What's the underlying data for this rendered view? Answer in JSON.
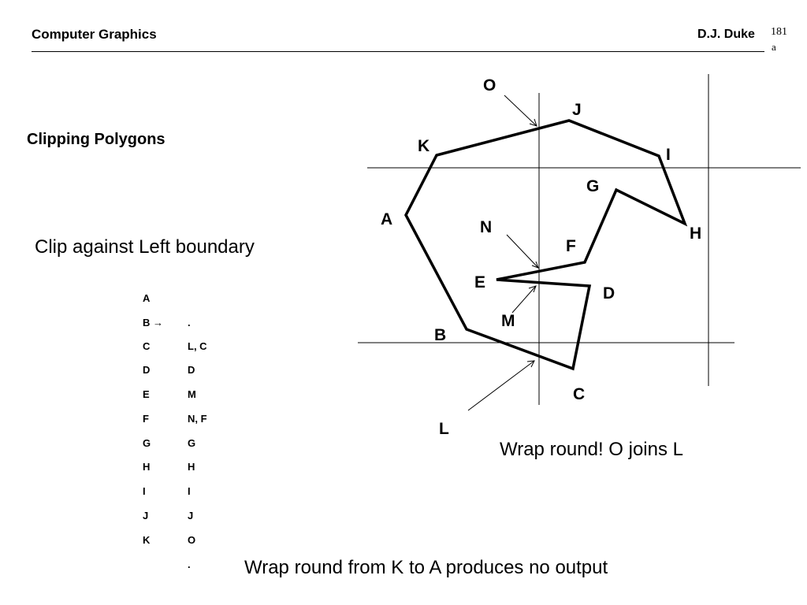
{
  "header": {
    "course": "Computer Graphics",
    "author": "D.J. Duke",
    "page_number": "181",
    "page_suffix": "a"
  },
  "slide": {
    "title": "Clipping Polygons",
    "subtitle": "Clip against Left boundary"
  },
  "table": {
    "rows": [
      {
        "input": "A",
        "output": ""
      },
      {
        "input": "B →",
        "output": "."
      },
      {
        "input": "C",
        "output": "L, C"
      },
      {
        "input": "D",
        "output": "D"
      },
      {
        "input": "E",
        "output": "M"
      },
      {
        "input": "F",
        "output": "N, F"
      },
      {
        "input": "G",
        "output": "G"
      },
      {
        "input": "H",
        "output": "H"
      },
      {
        "input": "I",
        "output": "I"
      },
      {
        "input": "J",
        "output": "J"
      },
      {
        "input": "K",
        "output": "O"
      },
      {
        "input": "",
        "output": "."
      }
    ]
  },
  "diagram": {
    "vertex_labels": [
      "A",
      "B",
      "C",
      "D",
      "E",
      "F",
      "G",
      "H",
      "I",
      "J",
      "K",
      "L",
      "M",
      "N",
      "O"
    ]
  },
  "notes": {
    "wrap_round": "Wrap round! O joins L",
    "bottom": "Wrap round from K to A produces no output"
  }
}
